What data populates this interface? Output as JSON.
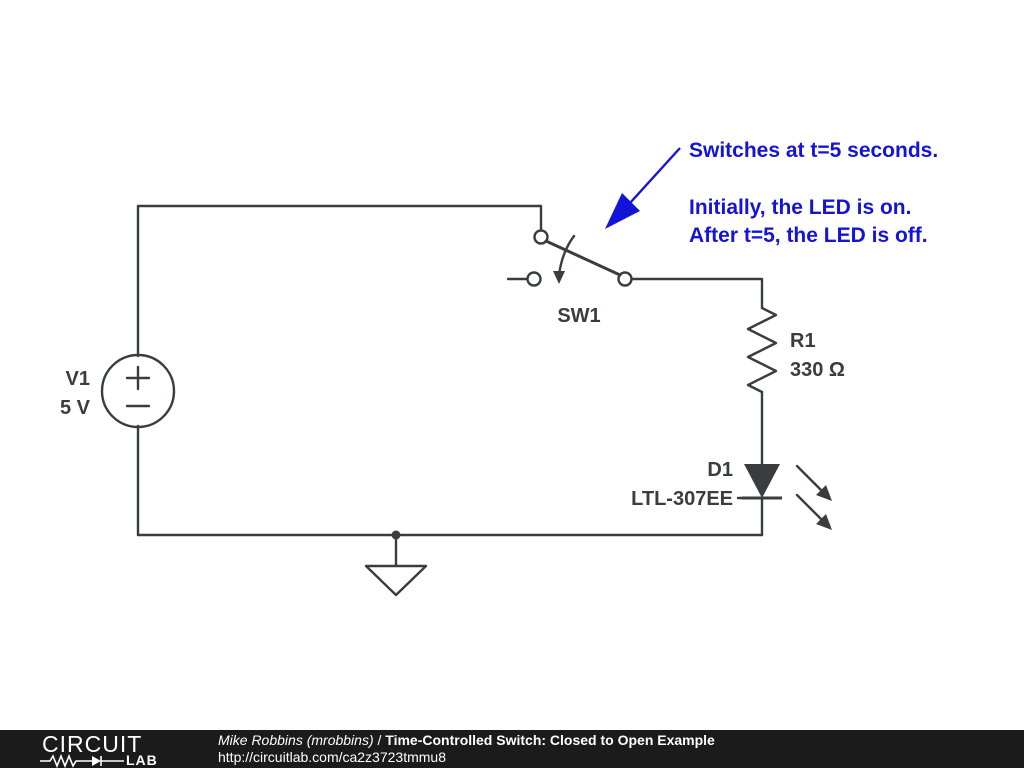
{
  "schematic": {
    "source": {
      "name": "V1",
      "value": "5 V",
      "plus_symbol": "+",
      "minus_symbol": "−"
    },
    "switch": {
      "name": "SW1"
    },
    "resistor": {
      "name": "R1",
      "value": "330 Ω"
    },
    "led": {
      "name": "D1",
      "part": "LTL-307EE"
    },
    "annotation": {
      "line1": "Switches at t=5 seconds.",
      "line2": "Initially, the LED is on.",
      "line3": "After t=5, the LED is off.",
      "color": "#1414d8"
    },
    "wire_color": "#3a3d40"
  },
  "footer": {
    "logo_top": "CIRCUIT",
    "logo_bottom": "LAB",
    "author": "Mike Robbins (mrobbins)",
    "separator": " / ",
    "title": "Time-Controlled Switch: Closed to Open Example",
    "url": "http://circuitlab.com/ca2z3723tmmu8",
    "background": "#1b1b1b"
  }
}
